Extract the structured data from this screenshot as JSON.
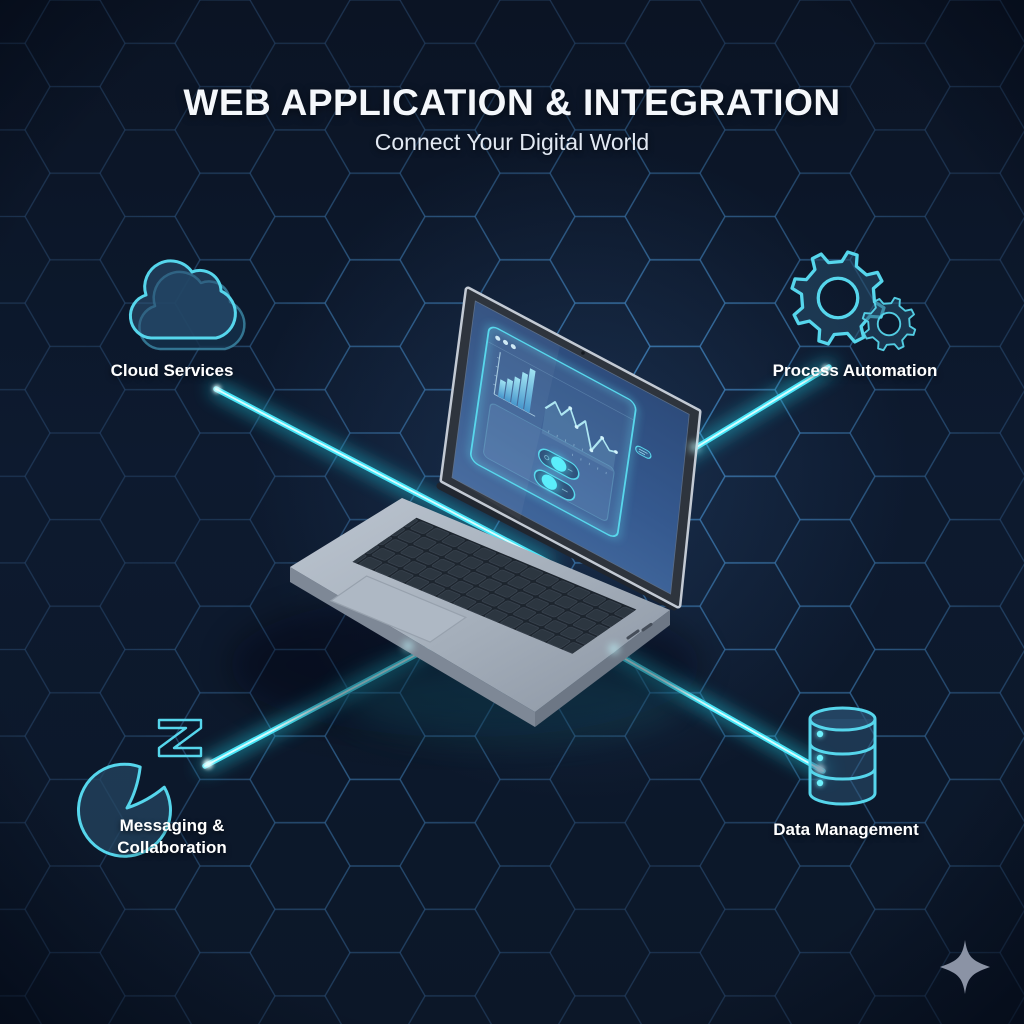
{
  "header": {
    "title": "WEB APPLICATION & INTEGRATION",
    "subtitle": "Connect Your Digital World"
  },
  "nodes": [
    {
      "id": "cloud-services",
      "label": "Cloud Services",
      "icon": "cloud-icon",
      "position": "top-left"
    },
    {
      "id": "process-automation",
      "label": "Process Automation",
      "icon": "gears-icon",
      "position": "top-right"
    },
    {
      "id": "messaging-collaboration",
      "label": "Messaging & Collaboration",
      "lines": [
        "Messaging &",
        "Collaboration"
      ],
      "icon": "chat-bubble-icon",
      "position": "bottom-left"
    },
    {
      "id": "data-management",
      "label": "Data Management",
      "icon": "database-icon",
      "position": "bottom-right"
    }
  ],
  "center": {
    "object": "laptop",
    "screen_content": [
      "window-controls",
      "bar-chart",
      "line-chart",
      "metric-panel",
      "toggle-switch",
      "toggle-switch"
    ]
  },
  "decorations": {
    "sparkle": "four-point-star",
    "background_pattern": "hexagon-grid"
  },
  "colors": {
    "background": "#0c1628",
    "accent_cyan": "#45e2f5",
    "line_core": "#d9feff",
    "icon_stroke": "#56d6ec",
    "label_text": "#ffffff",
    "hexagon_line": "#2b4c74",
    "sparkle": "#8b93a5",
    "laptop_body": "#a9b3bf",
    "screen_blue": "#35598f"
  }
}
